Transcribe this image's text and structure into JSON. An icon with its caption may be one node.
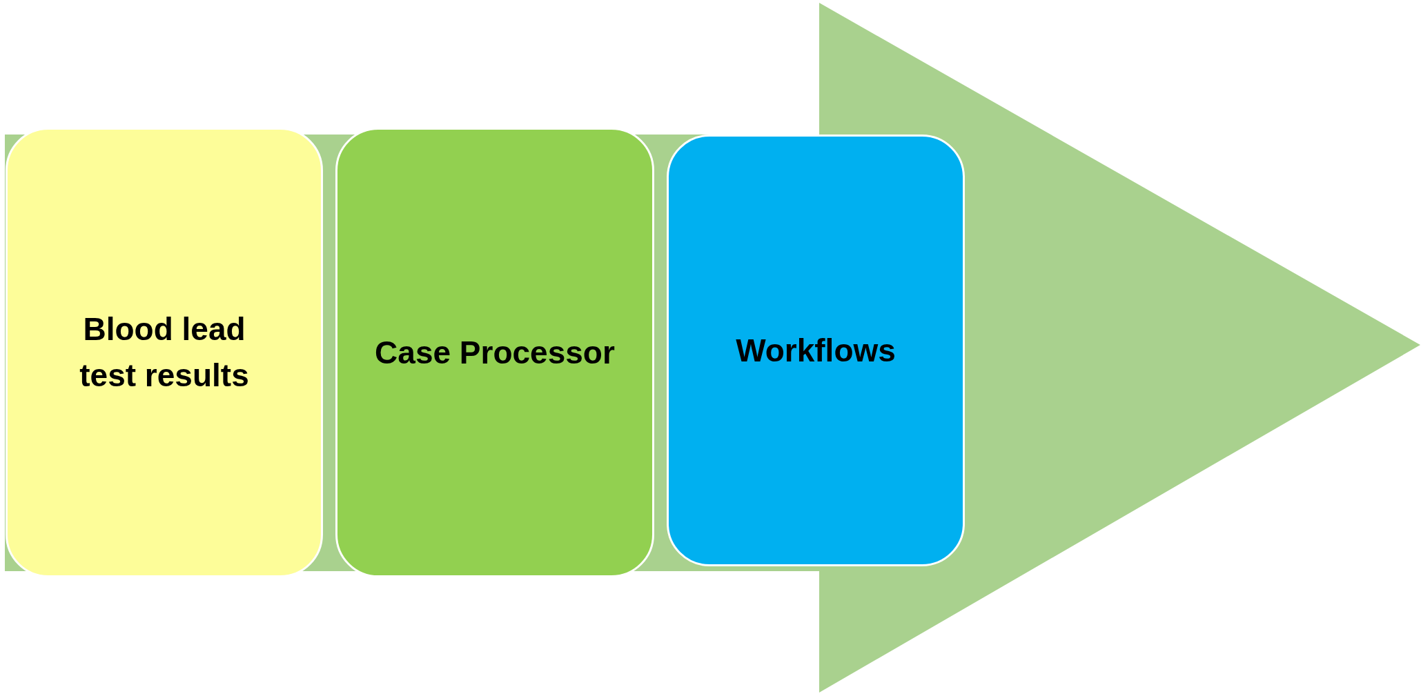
{
  "diagram": {
    "nodes": [
      {
        "text": [
          "Blood lead test results"
        ]
      },
      {
        "text": [
          "Case Processor"
        ]
      },
      {
        "text": [
          "Workflows"
        ]
      }
    ]
  }
}
